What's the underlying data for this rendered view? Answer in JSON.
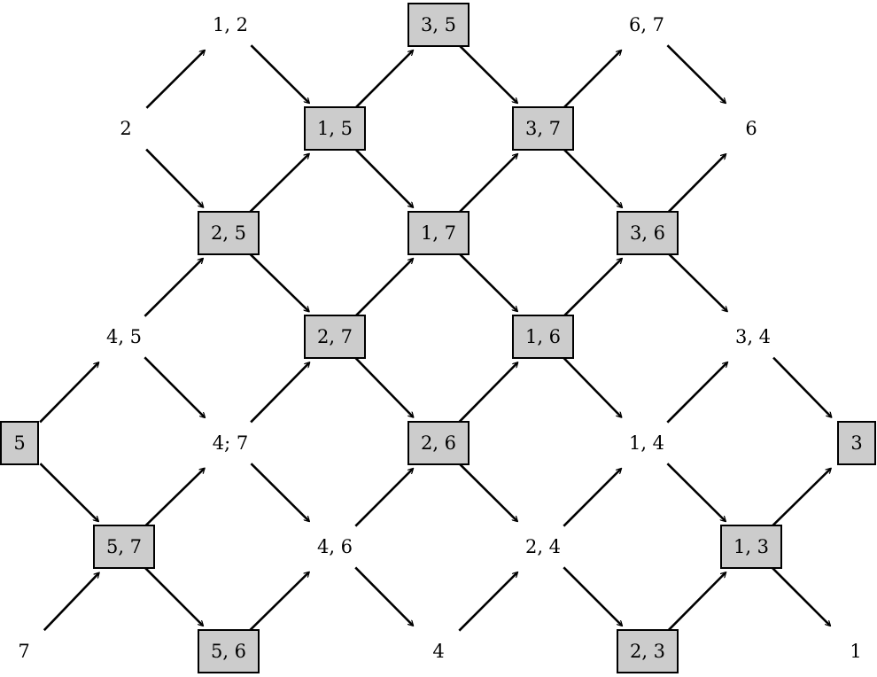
{
  "diagram": {
    "type": "directed-graph",
    "nodes": [
      {
        "id": "n12",
        "label": "1, 2",
        "boxed": false
      },
      {
        "id": "n35",
        "label": "3, 5",
        "boxed": true
      },
      {
        "id": "n67",
        "label": "6, 7",
        "boxed": false
      },
      {
        "id": "n2",
        "label": "2",
        "boxed": false
      },
      {
        "id": "n15",
        "label": "1, 5",
        "boxed": true
      },
      {
        "id": "n37",
        "label": "3, 7",
        "boxed": true
      },
      {
        "id": "n6",
        "label": "6",
        "boxed": false
      },
      {
        "id": "n25",
        "label": "2, 5",
        "boxed": true
      },
      {
        "id": "n17",
        "label": "1, 7",
        "boxed": true
      },
      {
        "id": "n36",
        "label": "3, 6",
        "boxed": true
      },
      {
        "id": "n45",
        "label": "4, 5",
        "boxed": false
      },
      {
        "id": "n27",
        "label": "2, 7",
        "boxed": true
      },
      {
        "id": "n16",
        "label": "1, 6",
        "boxed": true
      },
      {
        "id": "n34",
        "label": "3, 4",
        "boxed": false
      },
      {
        "id": "n5",
        "label": "5",
        "boxed": true
      },
      {
        "id": "n4s7",
        "label": "4; 7",
        "boxed": false
      },
      {
        "id": "n26",
        "label": "2, 6",
        "boxed": true
      },
      {
        "id": "n14",
        "label": "1, 4",
        "boxed": false
      },
      {
        "id": "n3",
        "label": "3",
        "boxed": true
      },
      {
        "id": "n57",
        "label": "5, 7",
        "boxed": true
      },
      {
        "id": "n46",
        "label": "4, 6",
        "boxed": false
      },
      {
        "id": "n24",
        "label": "2, 4",
        "boxed": false
      },
      {
        "id": "n13",
        "label": "1, 3",
        "boxed": true
      },
      {
        "id": "n7",
        "label": "7",
        "boxed": false
      },
      {
        "id": "n56",
        "label": "5, 6",
        "boxed": true
      },
      {
        "id": "n4",
        "label": "4",
        "boxed": false
      },
      {
        "id": "n23",
        "label": "2, 3",
        "boxed": true
      },
      {
        "id": "n1",
        "label": "1",
        "boxed": false
      }
    ],
    "edges": [
      [
        "n2",
        "n12"
      ],
      [
        "n2",
        "n25"
      ],
      [
        "n12",
        "n15"
      ],
      [
        "n15",
        "n35"
      ],
      [
        "n15",
        "n17"
      ],
      [
        "n35",
        "n37"
      ],
      [
        "n37",
        "n67"
      ],
      [
        "n37",
        "n36"
      ],
      [
        "n67",
        "n6"
      ],
      [
        "n25",
        "n15"
      ],
      [
        "n25",
        "n27"
      ],
      [
        "n17",
        "n37"
      ],
      [
        "n17",
        "n16"
      ],
      [
        "n36",
        "n6"
      ],
      [
        "n36",
        "n34"
      ],
      [
        "n45",
        "n25"
      ],
      [
        "n45",
        "n4s7"
      ],
      [
        "n27",
        "n17"
      ],
      [
        "n27",
        "n26"
      ],
      [
        "n16",
        "n36"
      ],
      [
        "n16",
        "n14"
      ],
      [
        "n34",
        "n3"
      ],
      [
        "n5",
        "n45"
      ],
      [
        "n5",
        "n57"
      ],
      [
        "n4s7",
        "n27"
      ],
      [
        "n4s7",
        "n46"
      ],
      [
        "n26",
        "n16"
      ],
      [
        "n26",
        "n24"
      ],
      [
        "n14",
        "n34"
      ],
      [
        "n14",
        "n13"
      ],
      [
        "n57",
        "n4s7"
      ],
      [
        "n57",
        "n56"
      ],
      [
        "n46",
        "n26"
      ],
      [
        "n46",
        "n4"
      ],
      [
        "n24",
        "n14"
      ],
      [
        "n24",
        "n23"
      ],
      [
        "n13",
        "n3"
      ],
      [
        "n13",
        "n1"
      ],
      [
        "n7",
        "n57"
      ],
      [
        "n56",
        "n46"
      ],
      [
        "n4",
        "n24"
      ],
      [
        "n23",
        "n13"
      ]
    ]
  }
}
